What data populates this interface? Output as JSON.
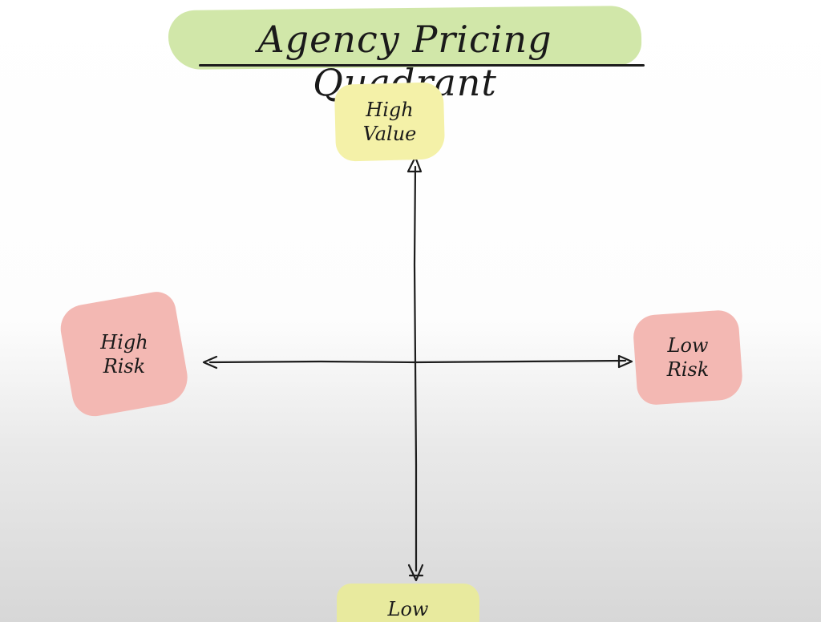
{
  "title": "Agency Pricing Quadrant",
  "labels": {
    "top": [
      "High",
      "Value"
    ],
    "left": [
      "High",
      "Risk"
    ],
    "right": [
      "Low",
      "Risk"
    ],
    "bottom": [
      "Low"
    ]
  },
  "colors": {
    "title_highlight": "#cfe6a4",
    "top_highlight": "#f4f1a8",
    "risk_highlight": "#f3b8b3",
    "bottom_highlight": "#e8ea9e",
    "ink": "#1a1a1a"
  }
}
